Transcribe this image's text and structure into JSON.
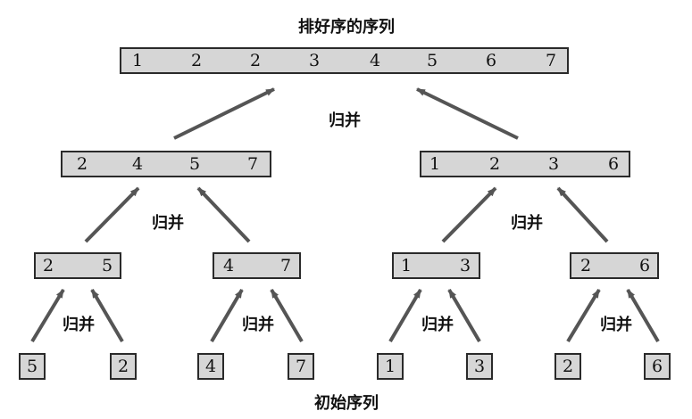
{
  "labels": {
    "sorted_title": "排好序的序列",
    "initial_title": "初始序列",
    "merge": "归并"
  },
  "levels": {
    "root": [
      [
        1,
        2,
        2,
        3,
        4,
        5,
        6,
        7
      ]
    ],
    "level1": [
      [
        2,
        4,
        5,
        7
      ],
      [
        1,
        2,
        3,
        6
      ]
    ],
    "level2": [
      [
        2,
        5
      ],
      [
        4,
        7
      ],
      [
        1,
        3
      ],
      [
        2,
        6
      ]
    ],
    "leaves": [
      [
        5
      ],
      [
        2
      ],
      [
        4
      ],
      [
        7
      ],
      [
        1
      ],
      [
        3
      ],
      [
        2
      ],
      [
        6
      ]
    ]
  },
  "colors": {
    "box_fill": "#d6d6d6",
    "border": "#2a2a2a",
    "arrow": "#555555"
  }
}
